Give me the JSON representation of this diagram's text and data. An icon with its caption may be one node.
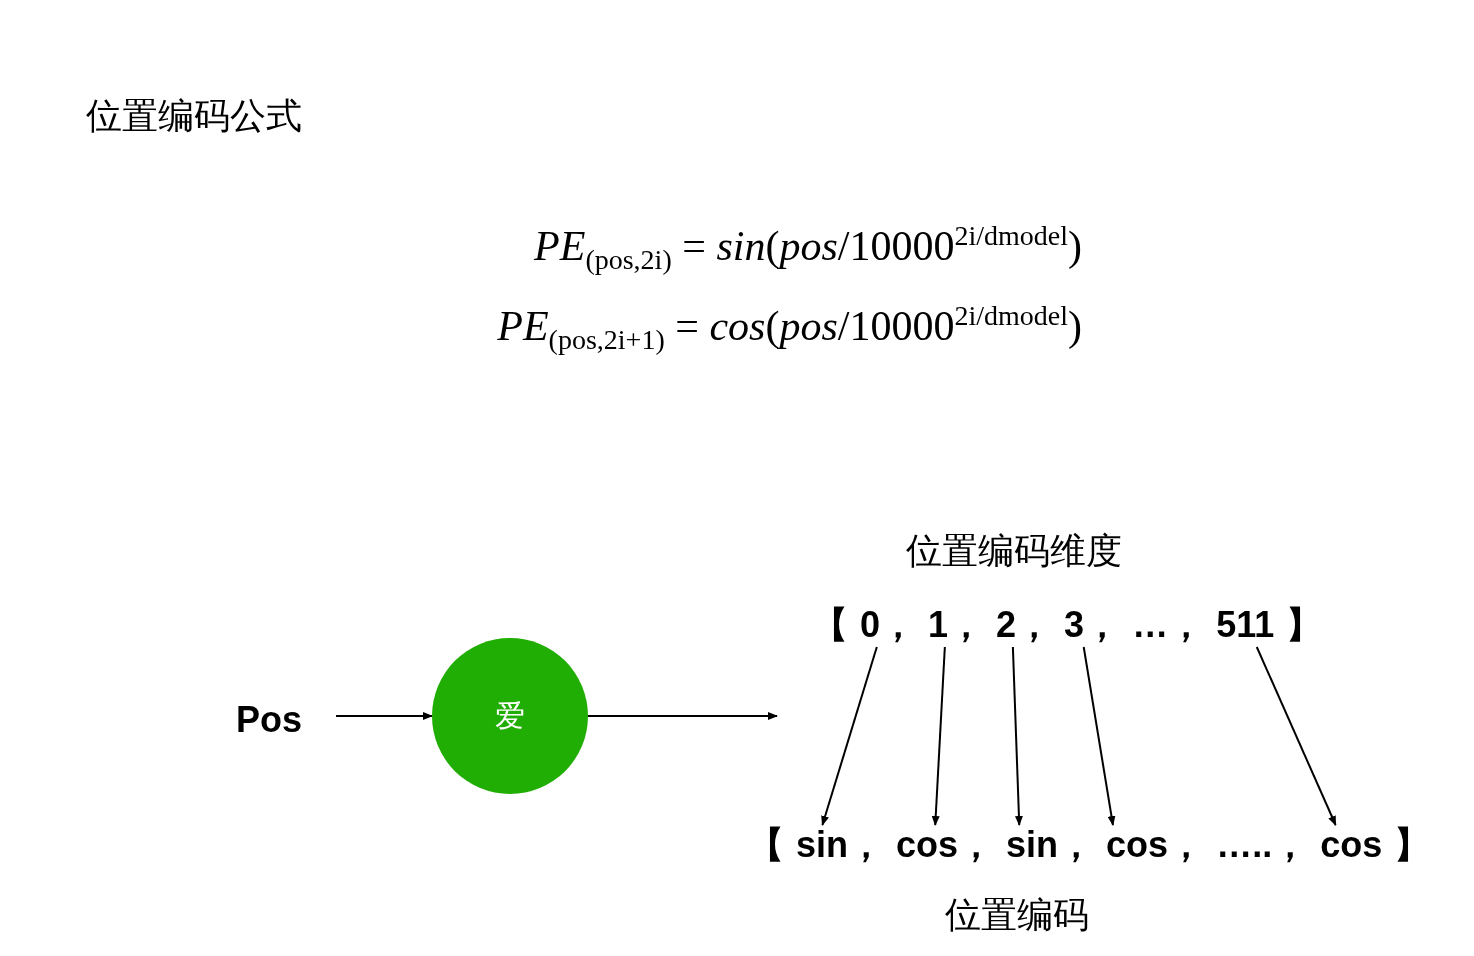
{
  "diagram": {
    "title": "位置编码公式",
    "nodes": [
      {
        "text": [
          "Pos"
        ]
      },
      {
        "text": [
          "爱"
        ]
      },
      {
        "text": [
          "0，"
        ]
      },
      {
        "text": [
          "1，"
        ]
      },
      {
        "text": [
          "2，"
        ]
      },
      {
        "text": [
          "3，"
        ]
      },
      {
        "text": [
          "511"
        ]
      },
      {
        "text": [
          "sin，"
        ]
      },
      {
        "text": [
          "cos，"
        ]
      },
      {
        "text": [
          "sin，"
        ]
      },
      {
        "text": [
          "cos，"
        ]
      },
      {
        "text": [
          "cos"
        ]
      }
    ],
    "edges": [
      {
        "from": 0,
        "to": 1,
        "arrow": "to"
      },
      {
        "from": 1,
        "to": null,
        "arrow": "to"
      },
      {
        "from": 2,
        "to": 7,
        "arrow": "to"
      },
      {
        "from": 3,
        "to": 8,
        "arrow": "to"
      },
      {
        "from": 4,
        "to": 9,
        "arrow": "to"
      },
      {
        "from": 5,
        "to": 10,
        "arrow": "to"
      },
      {
        "from": 6,
        "to": 11,
        "arrow": "to"
      }
    ],
    "labels": [
      "*PE*$_{(pos,2i)}$ = *sin*(*pos*/10000$^{2i/d}$$^{model}$)",
      "*PE*$_{(pos,2i+1)}$ = *cos*(*pos*/10000$^{2i/d}$$^{model}$)",
      "位置编码维度",
      "【",
      "…，",
      "】",
      "【",
      "…..，",
      "】",
      "位置编码"
    ]
  }
}
